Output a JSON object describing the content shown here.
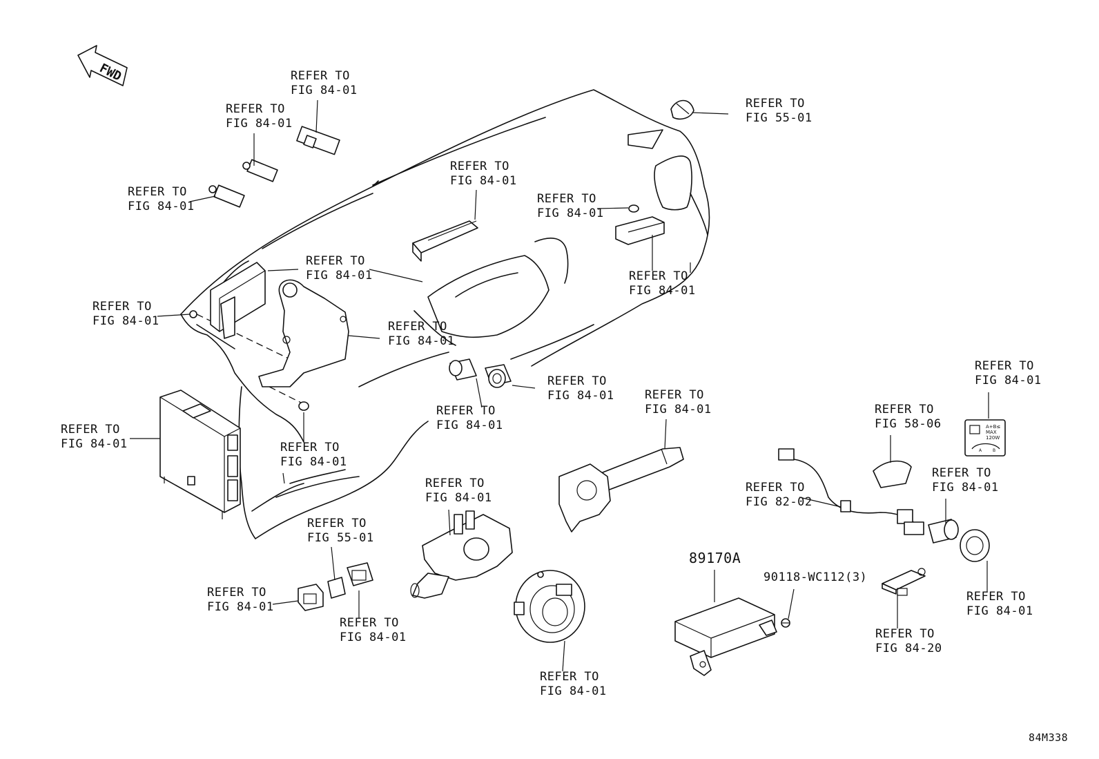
{
  "fwd_label": "FWD",
  "diagram_code": "84M338",
  "part_number": "89170A",
  "bolt_number": "90118-WC112(3)",
  "labels": [
    {
      "id": "lbl-top-switch",
      "line1": "REFER TO",
      "line2": "FIG 84-01"
    },
    {
      "id": "lbl-bulb-upper",
      "line1": "REFER TO",
      "line2": "FIG 84-01"
    },
    {
      "id": "lbl-bulb-lower",
      "line1": "REFER TO",
      "line2": "FIG 84-01"
    },
    {
      "id": "lbl-clip-right",
      "line1": "REFER TO",
      "line2": "FIG 55-01"
    },
    {
      "id": "lbl-center-panel",
      "line1": "REFER TO",
      "line2": "FIG 84-01"
    },
    {
      "id": "lbl-grommet-right",
      "line1": "REFER TO",
      "line2": "FIG 84-01"
    },
    {
      "id": "lbl-module-left",
      "line1": "REFER TO",
      "line2": "FIG 84-01"
    },
    {
      "id": "lbl-clip-left",
      "line1": "REFER TO",
      "line2": "FIG 84-01"
    },
    {
      "id": "lbl-bracket",
      "line1": "REFER TO",
      "line2": "FIG 84-01"
    },
    {
      "id": "lbl-right-switch",
      "line1": "REFER TO",
      "line2": "FIG 84-01"
    },
    {
      "id": "lbl-socket-right",
      "line1": "REFER TO",
      "line2": "FIG 84-01"
    },
    {
      "id": "lbl-socket-left",
      "line1": "REFER TO",
      "line2": "FIG 84-01"
    },
    {
      "id": "lbl-ecu",
      "line1": "REFER TO",
      "line2": "FIG 84-01"
    },
    {
      "id": "lbl-clip-bottom",
      "line1": "REFER TO",
      "line2": "FIG 84-01"
    },
    {
      "id": "lbl-wiper-switch",
      "line1": "REFER TO",
      "line2": "FIG 84-01"
    },
    {
      "id": "lbl-caution-plate",
      "line1": "REFER TO",
      "line2": "FIG 84-01"
    },
    {
      "id": "lbl-cover",
      "line1": "REFER TO",
      "line2": "FIG 58-06"
    },
    {
      "id": "lbl-outlet-upper",
      "line1": "REFER TO",
      "line2": "FIG 84-01"
    },
    {
      "id": "lbl-harness",
      "line1": "REFER TO",
      "line2": "FIG 82-02"
    },
    {
      "id": "lbl-switch-55",
      "line1": "REFER TO",
      "line2": "FIG 55-01"
    },
    {
      "id": "lbl-combo-switch",
      "line1": "REFER TO",
      "line2": "FIG 84-01"
    },
    {
      "id": "lbl-small-switch",
      "line1": "REFER TO",
      "line2": "FIG 84-01"
    },
    {
      "id": "lbl-switch-bottom",
      "line1": "REFER TO",
      "line2": "FIG 84-01"
    },
    {
      "id": "lbl-outlet-lower",
      "line1": "REFER TO",
      "line2": "FIG 84-01"
    },
    {
      "id": "lbl-sensor",
      "line1": "REFER TO",
      "line2": "FIG 84-20"
    },
    {
      "id": "lbl-spiral-cable",
      "line1": "REFER TO",
      "line2": "FIG 84-01"
    }
  ],
  "plate_text": [
    "A+B≤",
    "MAX",
    "120W",
    "A",
    "B"
  ]
}
